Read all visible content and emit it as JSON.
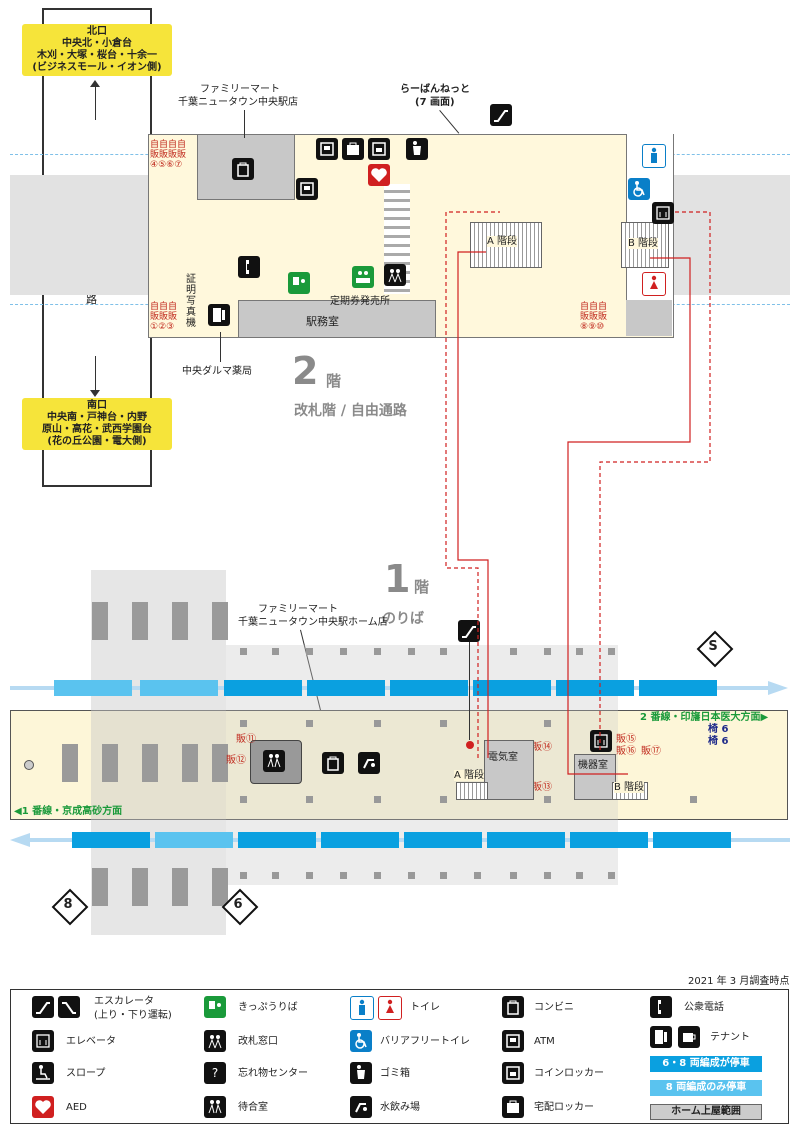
{
  "survey_date": "2021 年 3 月調査時点",
  "north_exit": {
    "title": "北口",
    "lines": [
      "中央北・小倉台",
      "木刈・大塚・桜台・十余一",
      "(ビジネスモール・イオン側)"
    ]
  },
  "south_exit": {
    "title": "南口",
    "lines": [
      "中央南・戸神台・内野",
      "原山・高花・武西学園台",
      "(花の丘公園・電大側)"
    ]
  },
  "passage_label": "南北自由通路",
  "floor2": {
    "number": "2",
    "unit": "階",
    "name": "改札階 / 自由通路"
  },
  "floor1": {
    "number": "1",
    "unit": "階",
    "name": "のりば"
  },
  "fm_2f": [
    "ファミリーマート",
    "千葉ニュータウン中央駅店"
  ],
  "fm_1f": [
    "ファミリーマート",
    "千葉ニュータウン中央駅ホーム店"
  ],
  "ramen": [
    "らーばんねっと",
    "(7 画面)"
  ],
  "vending_2f_left_top": {
    "chars": [
      "自",
      "自",
      "自",
      "自"
    ],
    "label": "販販販販",
    "nums": "④⑤⑥⑦"
  },
  "vending_2f_left_bottom": {
    "chars": [
      "自",
      "自",
      "自"
    ],
    "label": "販販販",
    "nums": "①②③"
  },
  "vending_2f_right": {
    "chars": [
      "自",
      "自",
      "自"
    ],
    "label": "販販販",
    "nums": "⑧⑨⑩"
  },
  "photo_booth": "証明写真機",
  "pharmacy": "中央ダルマ薬局",
  "commuter_pass": "定期券発売所",
  "station_office": "駅務室",
  "stairs_a": "A 階段",
  "stairs_b": "B 階段",
  "electric_room": "電気室",
  "machine_room": "機器室",
  "vending_1f": {
    "v11": "販⑪",
    "v12": "販⑫",
    "v13": "販⑬",
    "v14": "販⑭",
    "v15": "販⑮",
    "v16": "販⑯",
    "v17": "販⑰"
  },
  "benches": [
    "椅 6",
    "椅 6"
  ],
  "track2": "2 番線・印旛日本医大方面▶",
  "track1": "◀1 番線・京成高砂方面",
  "car_markers": {
    "s": "S",
    "eight": "8",
    "six": "6"
  },
  "legend": {
    "escalator": [
      "エスカレータ",
      "(上り・下り運転)"
    ],
    "elevator": "エレベータ",
    "slope": "スロープ",
    "aed": "AED",
    "ticket": "きっぷうりば",
    "gate": "改札窓口",
    "lost": "忘れ物センター",
    "waiting": "待合室",
    "toilet": "トイレ",
    "bf_toilet": "バリアフリートイレ",
    "trash": "ゴミ箱",
    "water": "水飲み場",
    "conv": "コンビニ",
    "atm": "ATM",
    "coin_locker": "コインロッカー",
    "delivery_locker": "宅配ロッカー",
    "phone": "公衆電話",
    "tenant": "テナント",
    "stop68": "6・8 両編成が停車",
    "stop8": "8 両編成のみ停車",
    "roof": "ホーム上屋範囲"
  },
  "colors": {
    "concourse": "#fff8dc",
    "platform": "#fdf6d8",
    "stop68": "#0aa0e0",
    "stop8": "#5ac3ef",
    "route_red": "#d02020",
    "exit_yellow": "#f6e43a"
  }
}
